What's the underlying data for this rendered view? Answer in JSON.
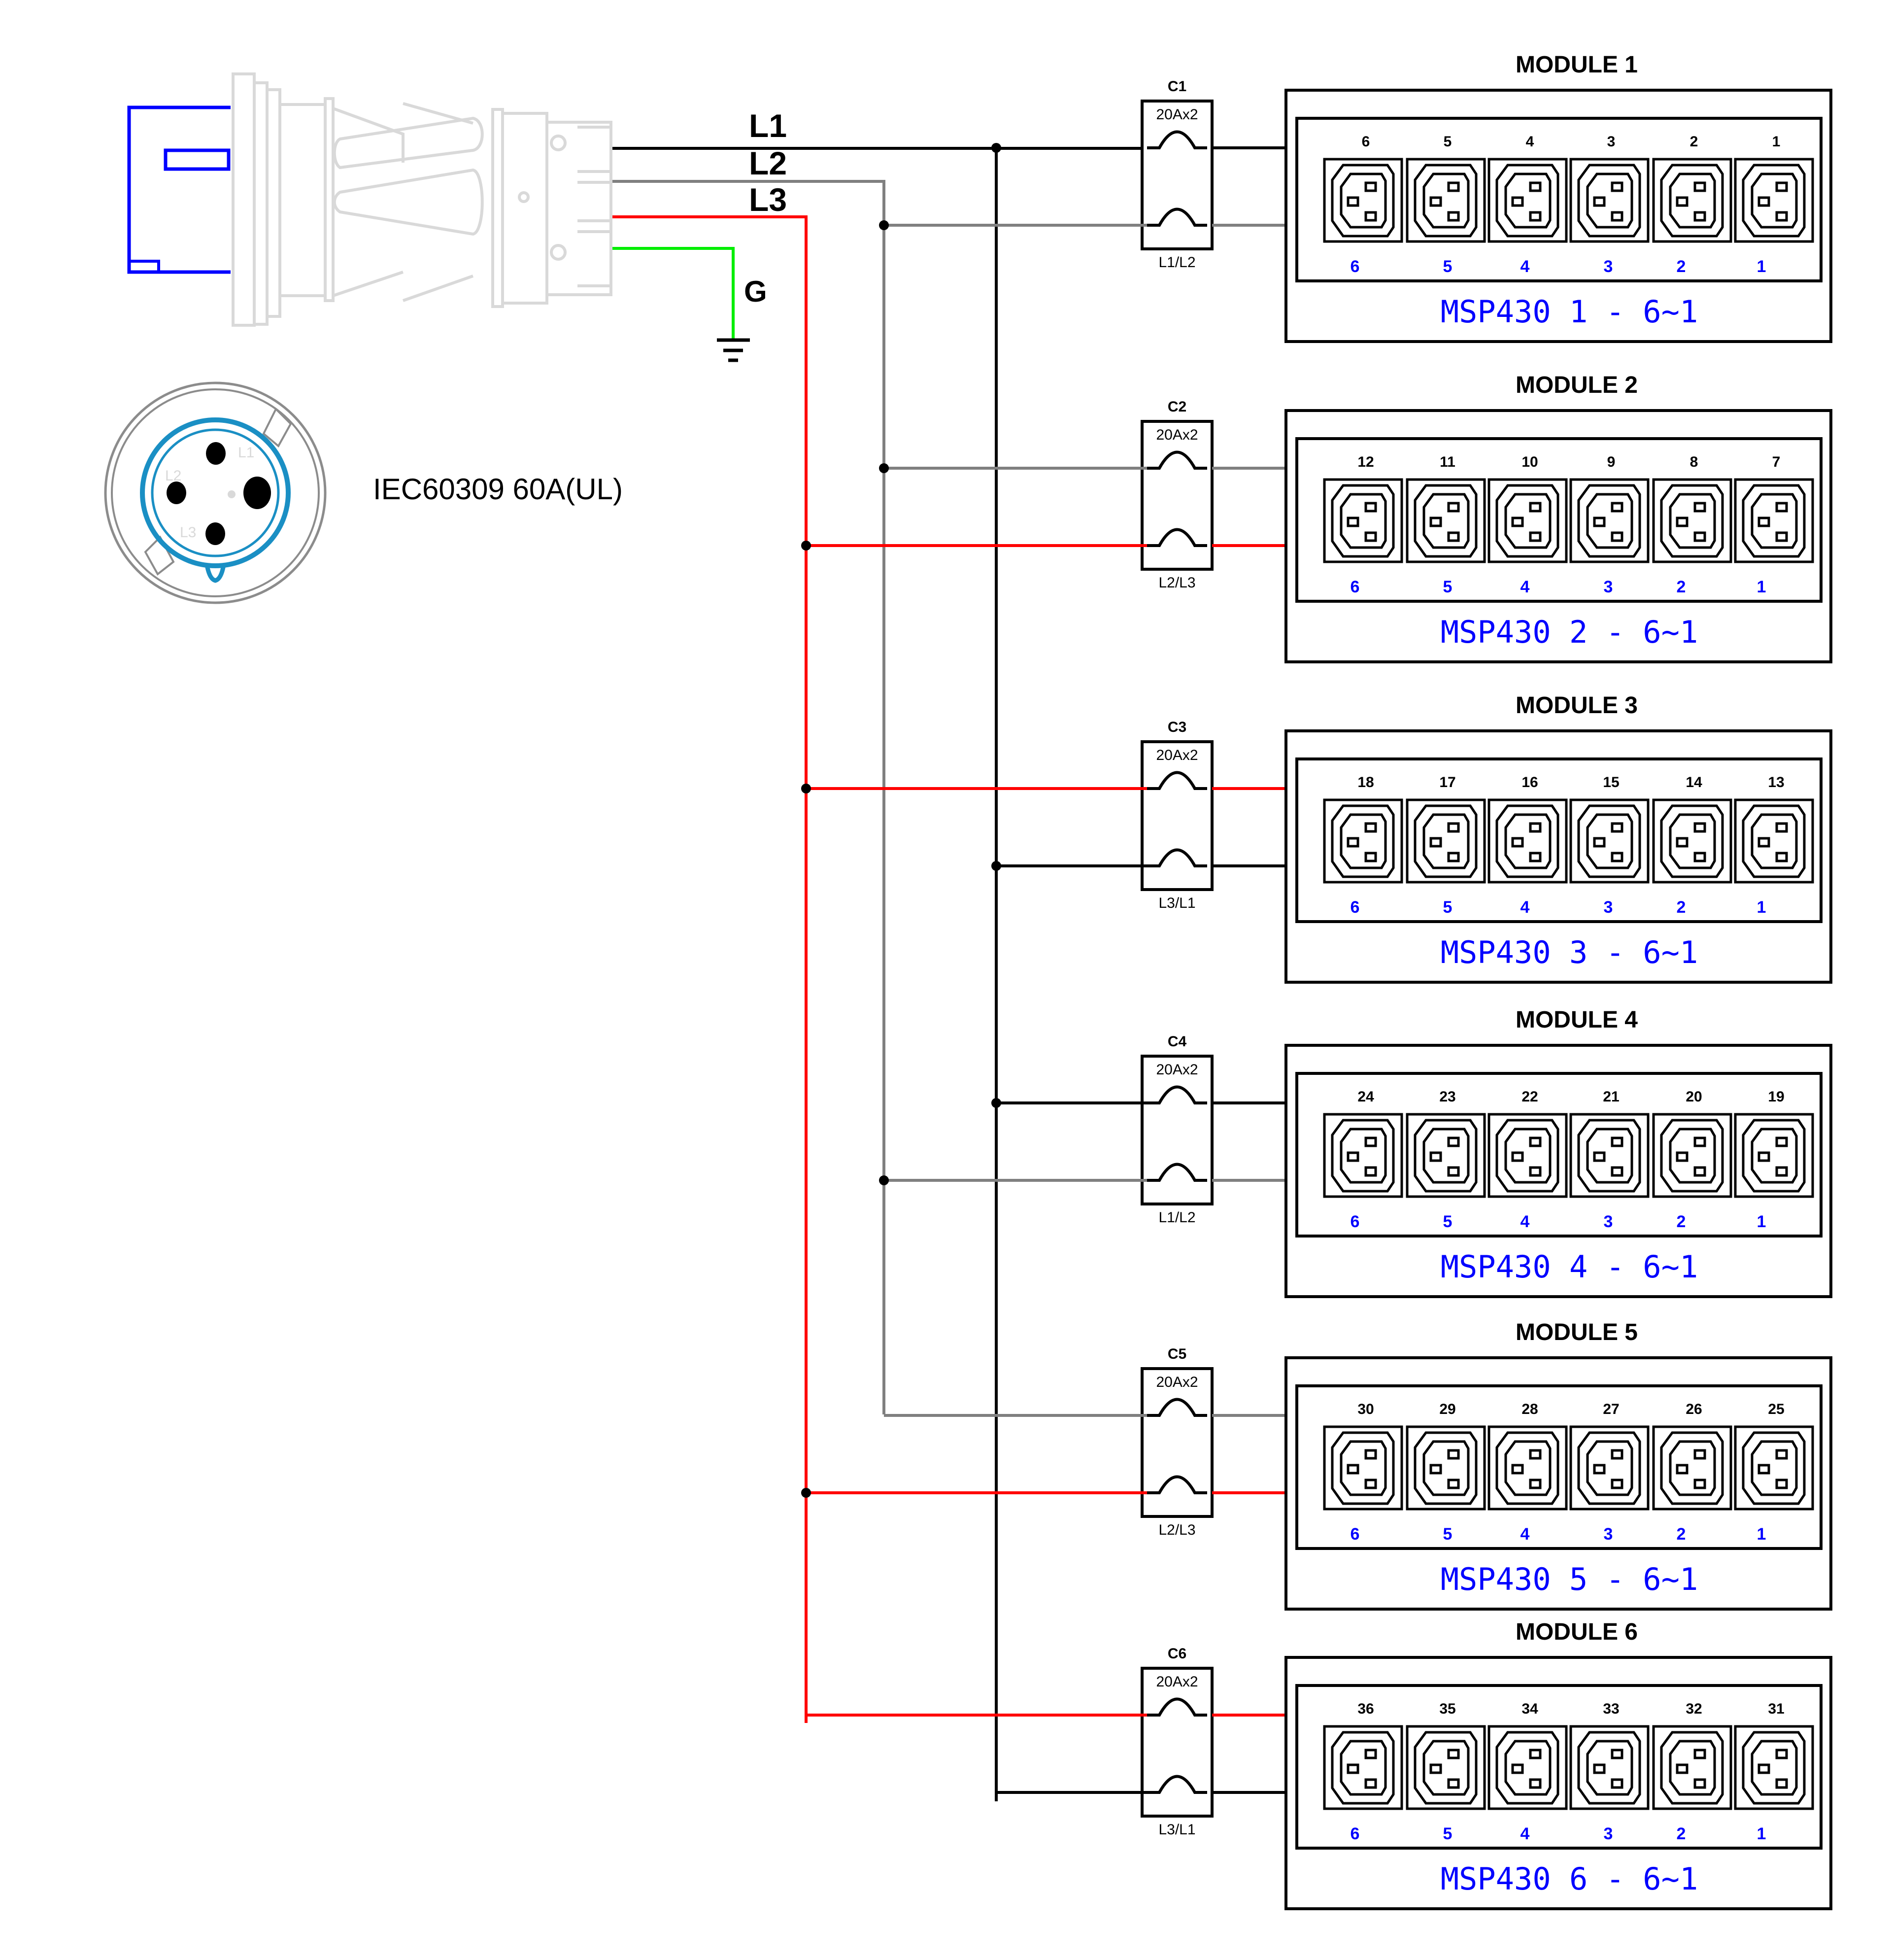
{
  "colors": {
    "L1": "#000000",
    "L2": "#808080",
    "L3": "#ff0000",
    "G": "#00ee00",
    "plug_body": "#d9d9d9",
    "plug_cap": "#0000ff",
    "socket_ring": "#1a8fc4",
    "socket_outer": "#8c8c8c",
    "outlet_label": "#0000ff"
  },
  "plug": {
    "wire_labels": [
      "L1",
      "L2",
      "L3"
    ],
    "ground_label": "G",
    "connector_name": "IEC60309 60A(UL)",
    "pin_labels": [
      "L1",
      "L2",
      "L3"
    ],
    "ground_symbol": "ground-icon"
  },
  "modules": [
    {
      "title": "MODULE 1",
      "breaker": {
        "name": "C1",
        "rating": "20Ax2",
        "phases": "L1/L2",
        "top_phase": "L1",
        "bottom_phase": "L2"
      },
      "outlet_numbers": [
        "6",
        "5",
        "4",
        "3",
        "2",
        "1"
      ],
      "outlet_positions": [
        "6",
        "5",
        "4",
        "3",
        "2",
        "1"
      ],
      "caption": "MSP430 1 - 6~1"
    },
    {
      "title": "MODULE 2",
      "breaker": {
        "name": "C2",
        "rating": "20Ax2",
        "phases": "L2/L3",
        "top_phase": "L2",
        "bottom_phase": "L3"
      },
      "outlet_numbers": [
        "12",
        "11",
        "10",
        "9",
        "8",
        "7"
      ],
      "outlet_positions": [
        "6",
        "5",
        "4",
        "3",
        "2",
        "1"
      ],
      "caption": "MSP430 2 - 6~1"
    },
    {
      "title": "MODULE 3",
      "breaker": {
        "name": "C3",
        "rating": "20Ax2",
        "phases": "L3/L1",
        "top_phase": "L3",
        "bottom_phase": "L1"
      },
      "outlet_numbers": [
        "18",
        "17",
        "16",
        "15",
        "14",
        "13"
      ],
      "outlet_positions": [
        "6",
        "5",
        "4",
        "3",
        "2",
        "1"
      ],
      "caption": "MSP430 3 - 6~1"
    },
    {
      "title": "MODULE 4",
      "breaker": {
        "name": "C4",
        "rating": "20Ax2",
        "phases": "L1/L2",
        "top_phase": "L1",
        "bottom_phase": "L2"
      },
      "outlet_numbers": [
        "24",
        "23",
        "22",
        "21",
        "20",
        "19"
      ],
      "outlet_positions": [
        "6",
        "5",
        "4",
        "3",
        "2",
        "1"
      ],
      "caption": "MSP430 4 - 6~1"
    },
    {
      "title": "MODULE 5",
      "breaker": {
        "name": "C5",
        "rating": "20Ax2",
        "phases": "L2/L3",
        "top_phase": "L2",
        "bottom_phase": "L3"
      },
      "outlet_numbers": [
        "30",
        "29",
        "28",
        "27",
        "26",
        "25"
      ],
      "outlet_positions": [
        "6",
        "5",
        "4",
        "3",
        "2",
        "1"
      ],
      "caption": "MSP430 5 - 6~1"
    },
    {
      "title": "MODULE 6",
      "breaker": {
        "name": "C6",
        "rating": "20Ax2",
        "phases": "L3/L1",
        "top_phase": "L3",
        "bottom_phase": "L1"
      },
      "outlet_numbers": [
        "36",
        "35",
        "34",
        "33",
        "32",
        "31"
      ],
      "outlet_positions": [
        "6",
        "5",
        "4",
        "3",
        "2",
        "1"
      ],
      "caption": "MSP430 6 - 6~1"
    }
  ]
}
